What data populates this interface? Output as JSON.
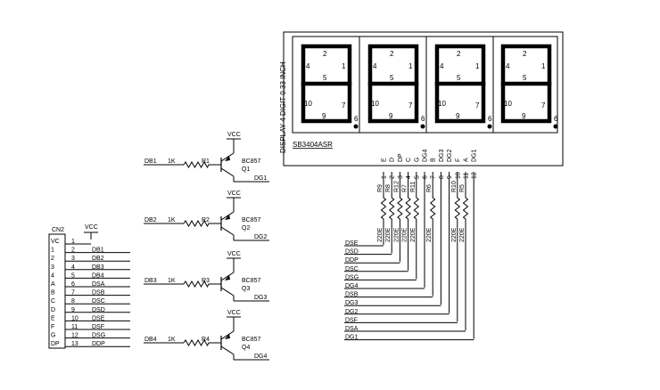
{
  "display": {
    "part": "SB3404ASR",
    "vertical_label": "DISPLAY 4 DIGIT 0.33 INCH",
    "segment_labels": [
      "2",
      "4",
      "1",
      "5",
      "10",
      "7",
      "9",
      "6"
    ],
    "pins": [
      {
        "letter": "E",
        "num": "1",
        "res": "R9"
      },
      {
        "letter": "D",
        "num": "2",
        "res": "R8"
      },
      {
        "letter": "DP",
        "num": "3",
        "res": "R12"
      },
      {
        "letter": "C",
        "num": "4",
        "res": "R7"
      },
      {
        "letter": "G",
        "num": "5",
        "res": "R11"
      },
      {
        "letter": "DG4",
        "num": "6",
        "res": ""
      },
      {
        "letter": "B",
        "num": "7",
        "res": "R6"
      },
      {
        "letter": "DG3",
        "num": "8",
        "res": ""
      },
      {
        "letter": "DG2",
        "num": "9",
        "res": ""
      },
      {
        "letter": "F",
        "num": "10",
        "res": "R10"
      },
      {
        "letter": "A",
        "num": "11",
        "res": "R5"
      },
      {
        "letter": "DG1",
        "num": "12",
        "res": ""
      }
    ],
    "resistor_value": "220E",
    "bus_labels": [
      "DSE",
      "DSD",
      "DDP",
      "DSC",
      "DSG",
      "DG4",
      "DSB",
      "DG3",
      "DG2",
      "DSF",
      "DSA",
      "DG1"
    ]
  },
  "transistors": [
    {
      "base_net": "DB1",
      "res_value": "1K",
      "res_ref": "R1",
      "part": "BC857",
      "ref": "Q1",
      "vcc": "VCC",
      "out_net": "DG1"
    },
    {
      "base_net": "DB2",
      "res_value": "1K",
      "res_ref": "R2",
      "part": "BC857",
      "ref": "Q2",
      "vcc": "VCC",
      "out_net": "DG2"
    },
    {
      "base_net": "DB3",
      "res_value": "1K",
      "res_ref": "R3",
      "part": "BC857",
      "ref": "Q3",
      "vcc": "VCC",
      "out_net": "DG3"
    },
    {
      "base_net": "DB4",
      "res_value": "1K",
      "res_ref": "R4",
      "part": "BC857",
      "ref": "Q4",
      "vcc": "VCC",
      "out_net": "DG4"
    }
  ],
  "connector": {
    "ref": "CN2",
    "vcc_label": "VCC",
    "pin_names": [
      "VC",
      "1",
      "2",
      "3",
      "4",
      "A",
      "B",
      "C",
      "D",
      "E",
      "F",
      "G",
      "DP"
    ],
    "pin_numbers": [
      "1",
      "2",
      "3",
      "4",
      "5",
      "6",
      "7",
      "8",
      "9",
      "10",
      "11",
      "12",
      "13"
    ],
    "net_labels": [
      "",
      "DB1",
      "DB2",
      "DB3",
      "DB4",
      "DSA",
      "DSB",
      "DSC",
      "DSD",
      "DSE",
      "DSF",
      "DSG",
      "DDP"
    ]
  }
}
